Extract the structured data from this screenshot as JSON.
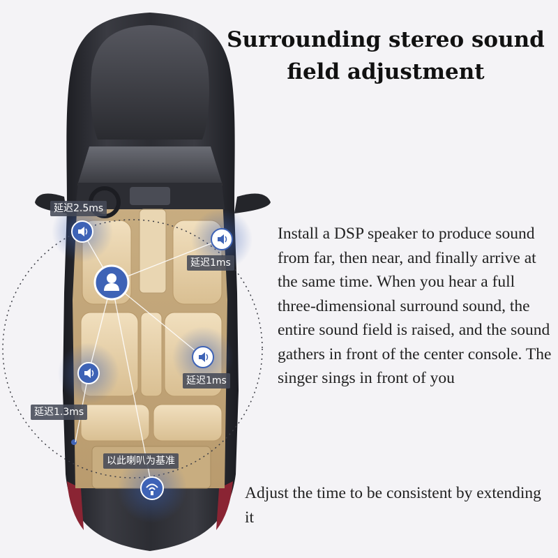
{
  "title": "Surrounding stereo sound field adjustment",
  "description": "Install a DSP speaker to produce sound from far, then near, and finally arrive at the same time. When you hear a full three-dimensional surround sound, the entire sound field is raised, and the sound gathers in front of the center console. The singer sings in front of you",
  "footer_note": "Adjust the time to be consistent by extending it",
  "delay_labels": {
    "front_left": "延迟2.5ms",
    "front_right": "延迟1ms",
    "rear_right": "延迟1ms",
    "rear_left": "延迟1.3ms",
    "reference": "以此喇叭为基准"
  },
  "colors": {
    "accent_blue": "#3e63b6",
    "seat_beige": "#e6cfa5",
    "car_body": "#2a2b31"
  },
  "icons": [
    "speaker-icon",
    "user-icon",
    "subwoofer-icon"
  ]
}
